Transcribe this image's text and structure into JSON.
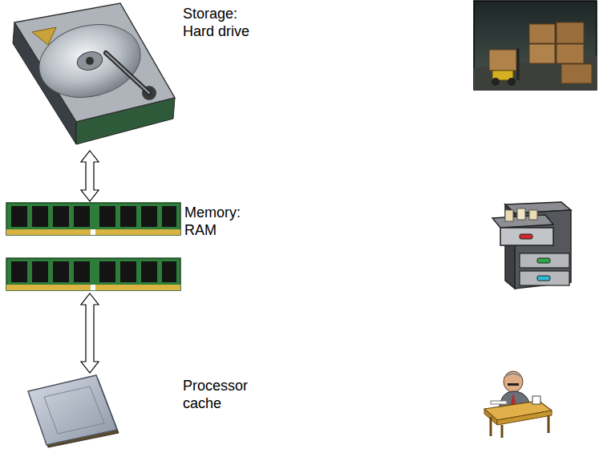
{
  "diagram": {
    "nodes": [
      {
        "text": [
          "Storage: Hard drive"
        ]
      },
      {
        "text": [
          "Memory: RAM"
        ]
      },
      {
        "text": [
          "Processor cache"
        ]
      }
    ],
    "edges": [
      {
        "from": 0,
        "to": 1,
        "arrow": "both"
      },
      {
        "from": 1,
        "to": 2,
        "arrow": "both"
      }
    ]
  }
}
